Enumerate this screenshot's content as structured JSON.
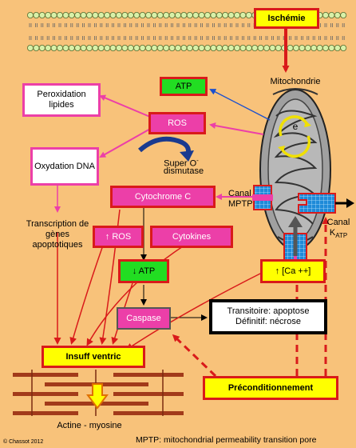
{
  "nodes": {
    "ischemie": "Ischémie",
    "atp_top": "ATP",
    "mitochondrie": "Mitochondrie",
    "peroxidation": "Peroxidation lipides",
    "ros": "ROS",
    "oxydation": "Oxydation DNA",
    "super_o": "Super O",
    "super_o_sup": "-",
    "dismutase": "dismutase",
    "cytochrome": "Cytochrome C",
    "canal_mptp": "Canal MPTP",
    "canal_katp": "Canal K",
    "canal_katp_sub": "ATP",
    "transcription": "Transcription de gènes apoptotiques",
    "ros_up": "↑ ROS",
    "cytokines": "Cytokines",
    "atp_down": "↓ ATP",
    "ca": "↑ [Ca ++]",
    "caspase": "Caspase",
    "transitoire_1": "Transitoire: apoptose",
    "transitoire_2": "Définitif: nécrose",
    "insuff": "Insuff ventric",
    "preconditionnement": "Préconditionnement",
    "actine": "Actine - myosine",
    "electron": "e",
    "copyright": "© Chassot 2012",
    "footnote": "MPTP: mitochondrial permeability transition pore"
  },
  "colors": {
    "background": "#f8c27a",
    "pink": "#ec3fa8",
    "red": "#d91a1a",
    "yellow": "#ffff00",
    "green": "#22dd22",
    "blue_arrow": "#1a4fcf"
  }
}
